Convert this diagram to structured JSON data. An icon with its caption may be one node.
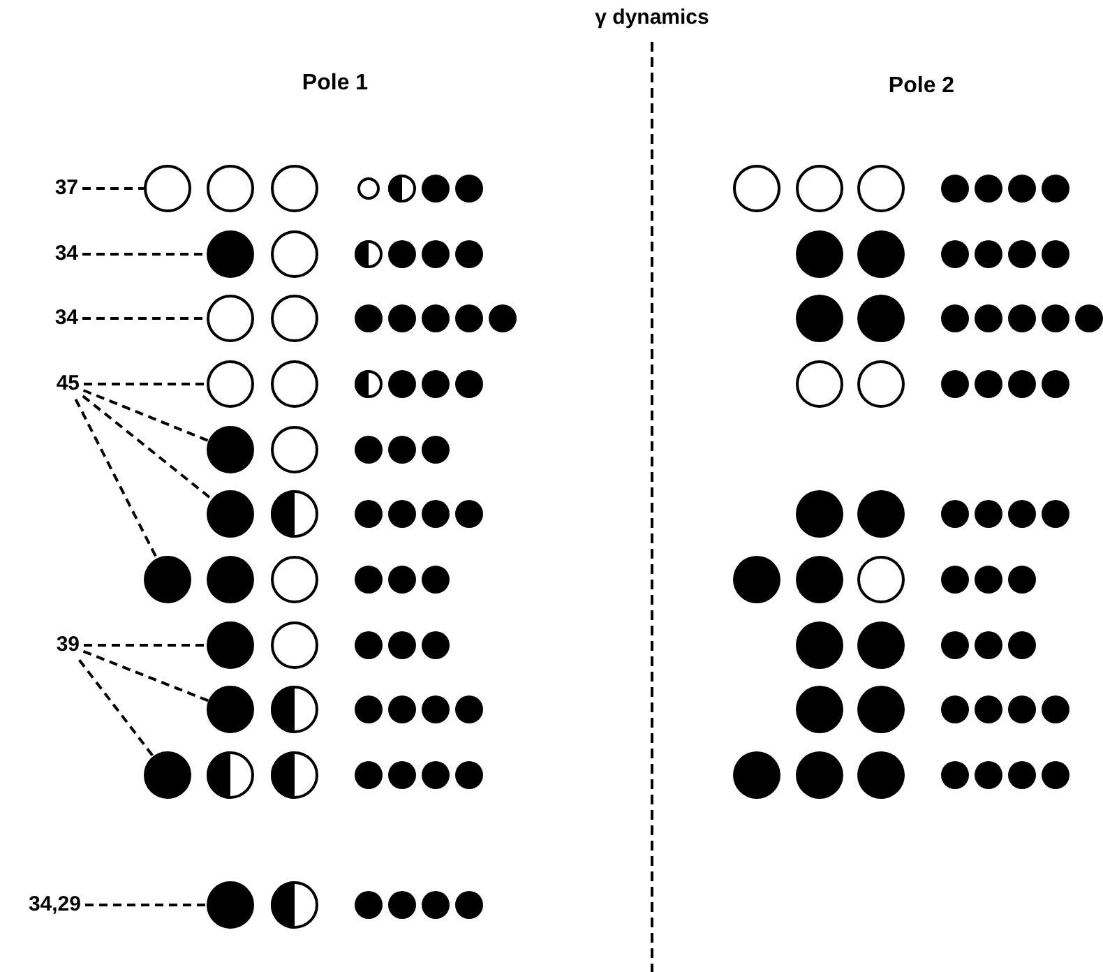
{
  "diagram": {
    "title": "γ dynamics",
    "nodes": [
      {
        "text": [
          "37"
        ]
      },
      {
        "text": [],
        "shape": "circle"
      },
      {
        "text": [
          "34"
        ]
      },
      {
        "text": [],
        "shape": "circle"
      },
      {
        "text": [
          "34"
        ]
      },
      {
        "text": [],
        "shape": "circle"
      },
      {
        "text": [
          "45"
        ]
      },
      {
        "text": [],
        "shape": "circle"
      },
      {
        "text": [],
        "shape": "circle"
      },
      {
        "text": [],
        "shape": "circle"
      },
      {
        "text": [],
        "shape": "circle"
      },
      {
        "text": [
          "39"
        ]
      },
      {
        "text": [],
        "shape": "circle"
      },
      {
        "text": [],
        "shape": "circle"
      },
      {
        "text": [],
        "shape": "circle"
      },
      {
        "text": [
          "34,29"
        ]
      },
      {
        "text": [],
        "shape": "circle"
      }
    ],
    "edges": [
      {
        "from": 0,
        "to": 1,
        "arrow": "none",
        "style": "dashed"
      },
      {
        "from": 2,
        "to": 3,
        "arrow": "none",
        "style": "dashed"
      },
      {
        "from": 4,
        "to": 5,
        "arrow": "none",
        "style": "dashed"
      },
      {
        "from": 6,
        "to": 7,
        "arrow": "none",
        "style": "dashed"
      },
      {
        "from": 6,
        "to": 8,
        "arrow": "none",
        "style": "dashed"
      },
      {
        "from": 6,
        "to": 9,
        "arrow": "none",
        "style": "dashed"
      },
      {
        "from": 6,
        "to": 10,
        "arrow": "none",
        "style": "dashed"
      },
      {
        "from": 11,
        "to": 12,
        "arrow": "none",
        "style": "dashed"
      },
      {
        "from": 11,
        "to": 13,
        "arrow": "none",
        "style": "dashed"
      },
      {
        "from": 11,
        "to": 14,
        "arrow": "none",
        "style": "dashed"
      },
      {
        "from": 15,
        "to": 16,
        "arrow": "none",
        "style": "dashed"
      }
    ],
    "labels": [
      "Pole 1",
      "Pole 2"
    ]
  }
}
